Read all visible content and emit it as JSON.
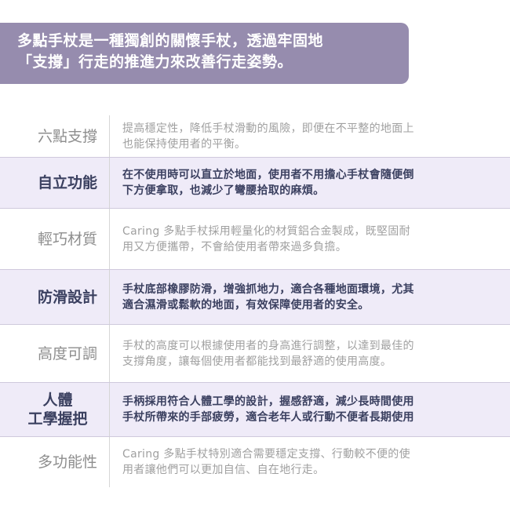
{
  "banner": {
    "line1": "多點手杖是一種獨創的關懷手杖，透過牢固地",
    "line2": "「支撐」行走的推進力來改善行走姿勢。",
    "bg_color": "#968cae"
  },
  "features": [
    {
      "label": "六點支撐",
      "desc_line1": "提高穩定性，降低手杖滑動的風險，即便在不平整的地面上",
      "desc_line2": "也能保持使用者的平衡。",
      "highlighted": false
    },
    {
      "label": "自立功能",
      "desc_line1": "在不使用時可以直立於地面，使用者不用擔心手杖會隨便倒",
      "desc_line2": "下方便拿取，也減少了彎腰拾取的麻煩。",
      "highlighted": true
    },
    {
      "label": "輕巧材質",
      "desc_line1": "Caring 多點手杖採用輕量化的材質鋁合金製成，既堅固耐",
      "desc_line2": "用又方便攜帶，不會給使用者帶來過多負擔。",
      "highlighted": false
    },
    {
      "label": "防滑設計",
      "desc_line1": "手杖底部橡膠防滑，增強抓地力，適合各種地面環境，尤其",
      "desc_line2": "適合濕滑或鬆軟的地面，有效保障使用者的安全。",
      "highlighted": true
    },
    {
      "label": "高度可調",
      "desc_line1": "手杖的高度可以根據使用者的身高進行調整，以達到最佳的",
      "desc_line2": "支撐角度，讓每個使用者都能找到最舒適的使用高度。",
      "highlighted": false
    },
    {
      "label_line1": "人體",
      "label_line2": "工學握把",
      "desc_line1": "手柄採用符合人體工學的設計，握感舒適，減少長時間使用",
      "desc_line2": "手杖所帶來的手部疲勞，適合老年人或行動不便者長期使用",
      "highlighted": true
    },
    {
      "label": "多功能性",
      "desc_line1": "Caring 多點手杖特別適合需要穩定支撐、行動較不便的使",
      "desc_line2": "用者讓他們可以更加自信、自在地行走。",
      "highlighted": false
    }
  ],
  "colors": {
    "highlight_bg": "#efebf8",
    "highlight_text": "#3b4060",
    "muted_text": "#8e8e8e"
  }
}
